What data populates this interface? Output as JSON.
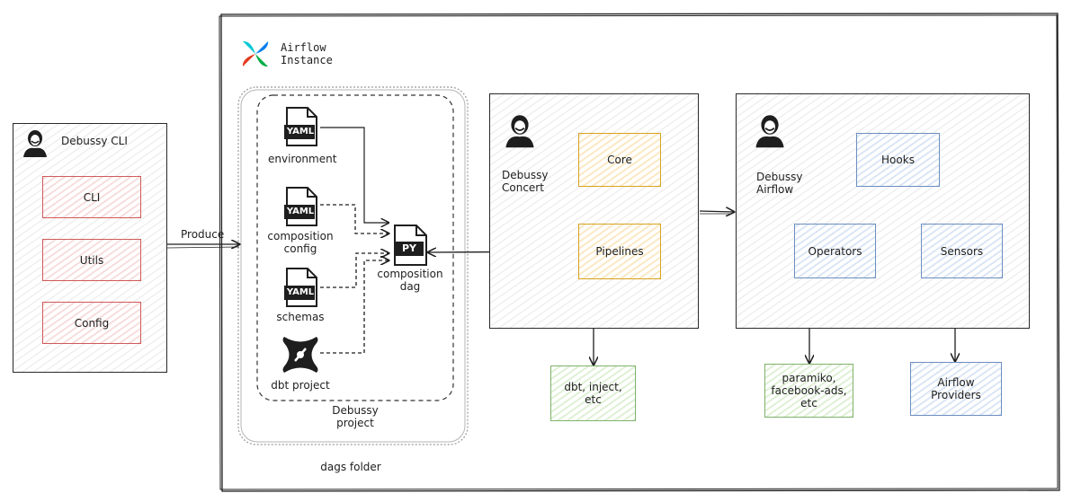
{
  "instance": {
    "title_line1": "Airflow",
    "title_line2": "Instance"
  },
  "cli": {
    "title": "Debussy CLI",
    "items": [
      "CLI",
      "Utils",
      "Config"
    ]
  },
  "produce_label": "Produce",
  "dags_folder_label": "dags folder",
  "debussy_project": {
    "line1": "Debussy",
    "line2": "project"
  },
  "files": {
    "environment": {
      "badge": "YAML",
      "label": "environment"
    },
    "composition_config": {
      "badge": "YAML",
      "label_line1": "composition",
      "label_line2": "config"
    },
    "schemas": {
      "badge": "YAML",
      "label": "schemas"
    },
    "dbt_project": {
      "label": "dbt project"
    },
    "composition_dag": {
      "badge": "PY",
      "label_line1": "composition",
      "label_line2": "dag"
    }
  },
  "concert": {
    "title_line1": "Debussy",
    "title_line2": "Concert",
    "core": "Core",
    "pipelines": "Pipelines",
    "deps": {
      "line1": "dbt, inject,",
      "line2": "etc"
    }
  },
  "airflow_pkg": {
    "title_line1": "Debussy",
    "title_line2": "Airflow",
    "hooks": "Hooks",
    "operators": "Operators",
    "sensors": "Sensors",
    "deps": {
      "line1": "paramiko,",
      "line2": "facebook-ads,",
      "line3": "etc"
    },
    "providers": {
      "line1": "Airflow",
      "line2": "Providers"
    }
  },
  "colors": {
    "red": "#d05a5a",
    "orange": "#d9a21f",
    "blue": "#6c8ebf",
    "green": "#7fb26a",
    "airflow_blue": "#017cee",
    "airflow_teal": "#00c7d4"
  }
}
